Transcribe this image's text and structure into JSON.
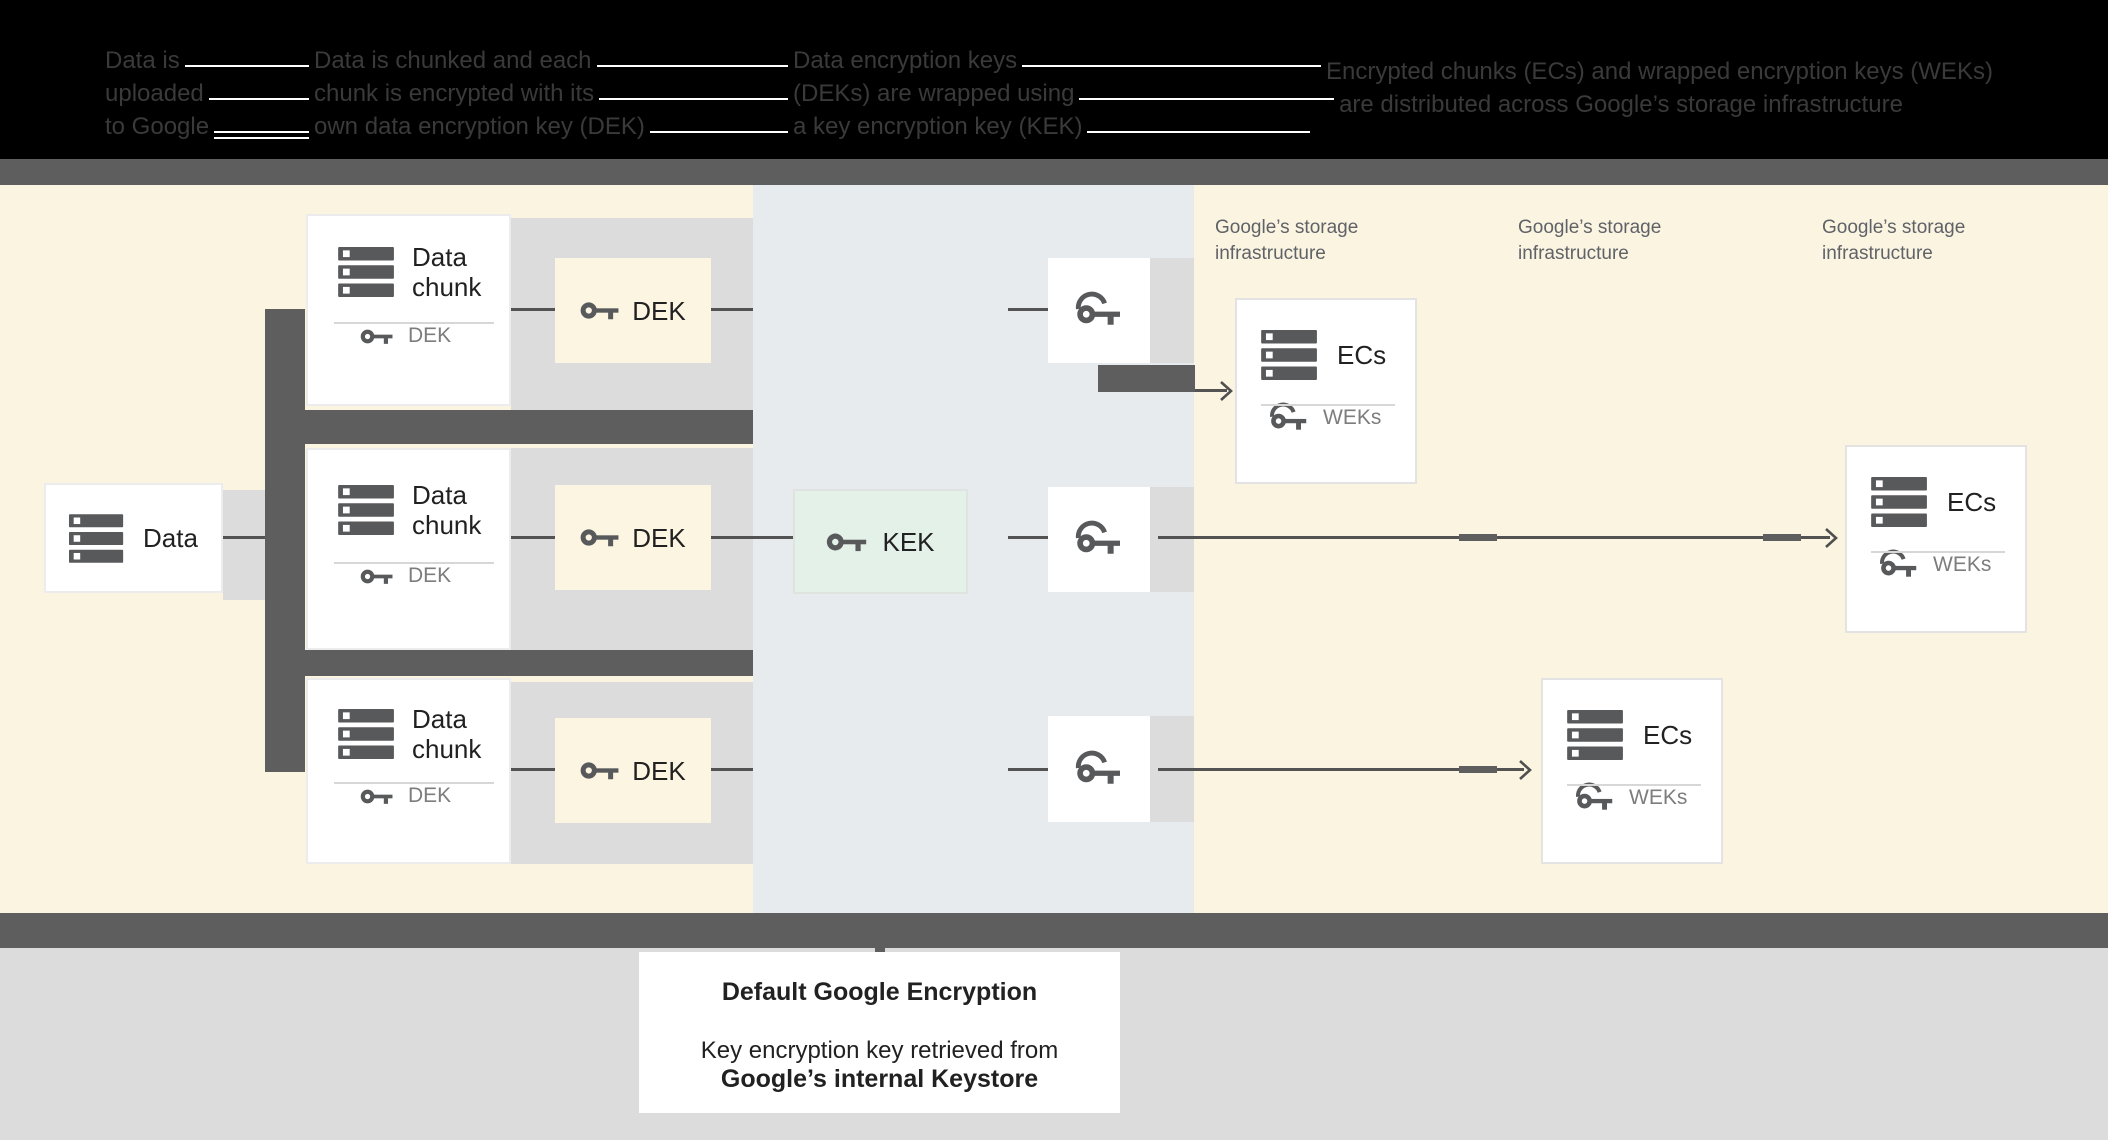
{
  "header": {
    "steps": [
      {
        "lines": [
          "Data is",
          "uploaded",
          "to Google"
        ]
      },
      {
        "lines": [
          "Data is chunked and each",
          "chunk is encrypted with its",
          "own data encryption key (DEK)"
        ]
      },
      {
        "lines": [
          "Data encryption keys",
          "(DEKs) are wrapped using",
          "a key encryption key (KEK)"
        ]
      },
      {
        "lines": [
          "Encrypted chunks (ECs) and wrapped encryption keys (WEKs)",
          "are distributed across Google’s storage infrastructure"
        ]
      }
    ]
  },
  "pipeline": {
    "data_label": "Data",
    "chunk_label": "Data chunk",
    "dek_label": "DEK",
    "kek_label": "KEK",
    "ecs_label": "ECs",
    "weks_label": "WEKs"
  },
  "storage_label": {
    "line1": "Google’s storage",
    "line2": "infrastructure"
  },
  "caption": {
    "title": "Default Google Encryption",
    "line1": "Key encryption key retrieved from",
    "line2": "Google’s internal Keystore"
  },
  "icons": {
    "data": "server-stack",
    "key": "key",
    "wrapped_key": "key-with-arc"
  },
  "colors": {
    "header_bg": "#000000",
    "header_text": "#3a3a3a",
    "header_rule": "#ffffff",
    "band_dark": "#5e5e5e",
    "cream": "#fbf4e1",
    "mid_band": "#e8ebee",
    "panel_gray": "#dcdcdc",
    "box_white": "#ffffff",
    "dek_box_cream": "#fcf5e2",
    "kek_box_mint": "#e4f1e9",
    "icon_gray": "#58595b",
    "text_dark": "#212121",
    "text_gray": "#5f6368",
    "subtext_gray": "#7d7d7d"
  }
}
